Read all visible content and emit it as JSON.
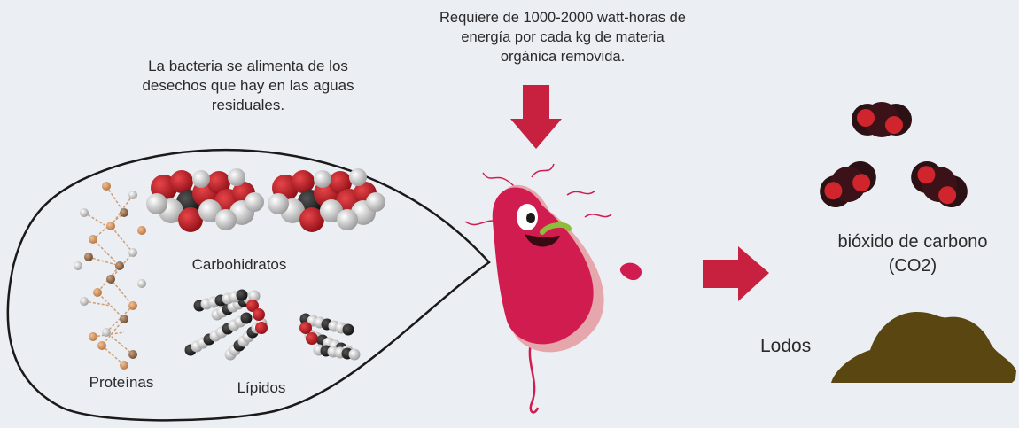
{
  "energy_note": "Requiere de 1000-2000 watt-horas de\nenergía por cada kg de materia\norgánica removida.",
  "bacteria_note": "La bacteria se alimenta de los\ndesechos que hay en las aguas\nresiduales.",
  "labels": {
    "carbs": "Carbohidratos",
    "proteins": "Proteínas",
    "lipids": "Lípidos",
    "co2": "bióxido de carbono\n(CO2)",
    "sludge": "Lodos"
  },
  "colors": {
    "background": "#ebeef3",
    "arrow": "#c8203f",
    "bacterium": "#d11c4f",
    "bacterium_shadow": "#e6a7ac",
    "co2_dark": "#2b1014",
    "co2_red": "#d0252d",
    "sludge": "#5a4610",
    "atom_oxygen": "#c41e24",
    "atom_hydrogen": "#e6e6e6",
    "atom_carbon": "#2a2a2a",
    "protein_atom": "#c98b57"
  }
}
